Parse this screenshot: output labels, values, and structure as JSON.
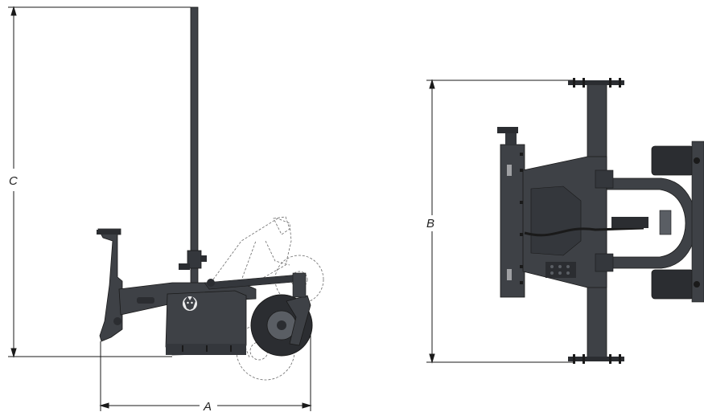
{
  "dimensions": {
    "a_label": "A",
    "b_label": "B",
    "c_label": "C"
  },
  "colors": {
    "body": "#3e4146",
    "body_dark": "#2b2d31",
    "body_light": "#5a5e64",
    "line": "#1a1a1a",
    "dash": "#6a6a6a",
    "background": "#ffffff"
  },
  "logo": {
    "name": "bobcat-logo"
  }
}
